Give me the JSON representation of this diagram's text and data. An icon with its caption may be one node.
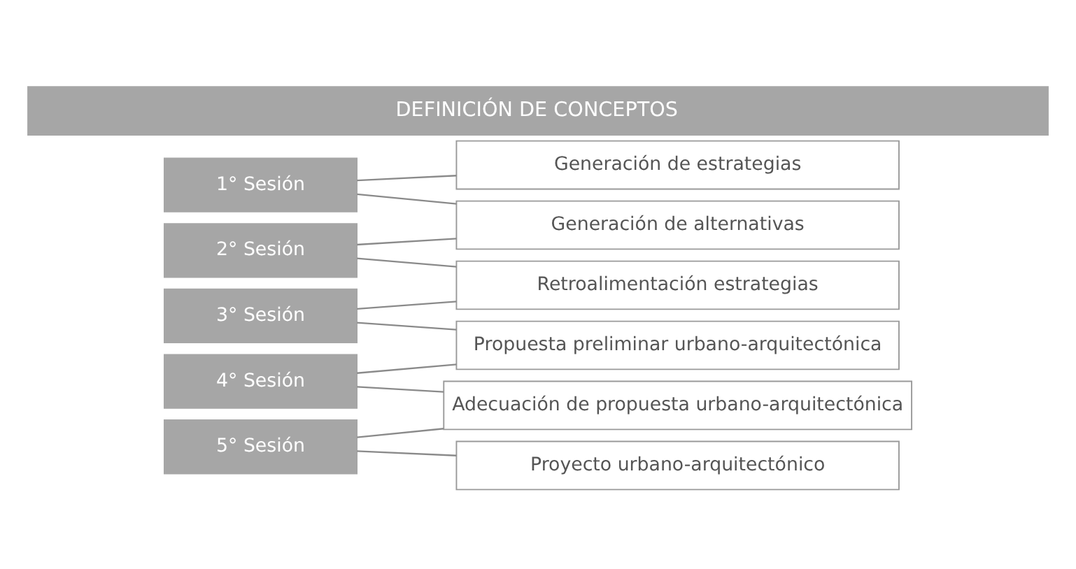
{
  "diagram": {
    "title": "DEFINICIÓN DE CONCEPTOS",
    "nodes": [
      {
        "text": [
          "1° Sesión"
        ]
      },
      {
        "text": [
          "2° Sesión"
        ]
      },
      {
        "text": [
          "3° Sesión"
        ]
      },
      {
        "text": [
          "4° Sesión"
        ]
      },
      {
        "text": [
          "5° Sesión"
        ]
      },
      {
        "text": [
          "Generación de estrategias"
        ]
      },
      {
        "text": [
          "Generación de alternativas"
        ]
      },
      {
        "text": [
          "Retroalimentación estrategias"
        ]
      },
      {
        "text": [
          "Propuesta preliminar urbano-arquitectónica"
        ]
      },
      {
        "text": [
          "Adecuación de propuesta urbano-arquitectónica"
        ]
      },
      {
        "text": [
          "Proyecto urbano-arquitectónico"
        ]
      }
    ],
    "edges": [
      {
        "from": 0,
        "to": 5,
        "arrow": "none"
      },
      {
        "from": 0,
        "to": 6,
        "arrow": "none"
      },
      {
        "from": 1,
        "to": 6,
        "arrow": "none"
      },
      {
        "from": 1,
        "to": 7,
        "arrow": "none"
      },
      {
        "from": 2,
        "to": 7,
        "arrow": "none"
      },
      {
        "from": 2,
        "to": 8,
        "arrow": "none"
      },
      {
        "from": 3,
        "to": 8,
        "arrow": "none"
      },
      {
        "from": 3,
        "to": 9,
        "arrow": "none"
      },
      {
        "from": 4,
        "to": 9,
        "arrow": "none"
      },
      {
        "from": 4,
        "to": 10,
        "arrow": "none"
      }
    ]
  }
}
